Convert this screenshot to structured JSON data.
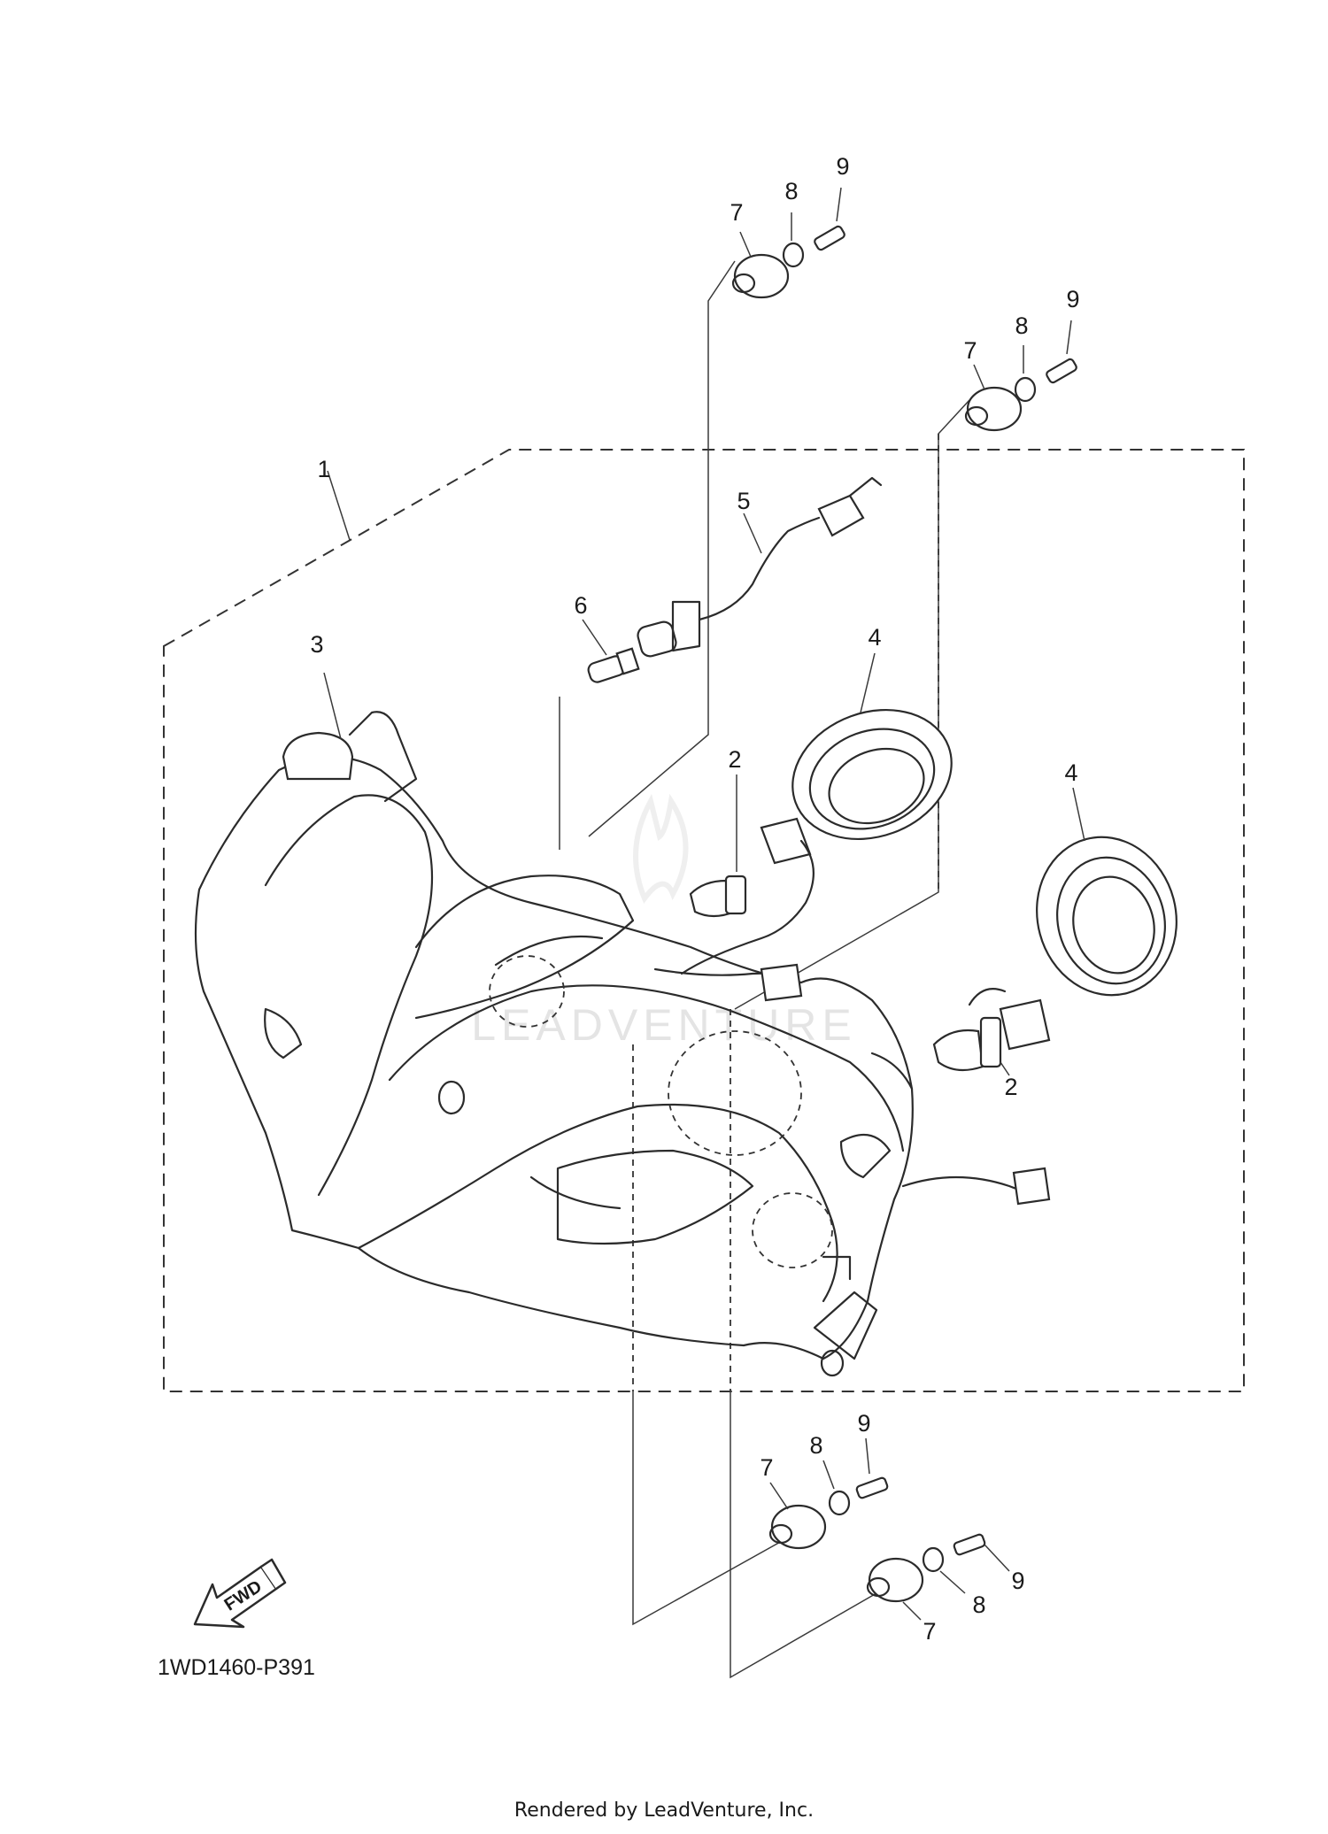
{
  "diagram": {
    "callouts": [
      {
        "id": "c1",
        "text": "1"
      },
      {
        "id": "c2a",
        "text": "2"
      },
      {
        "id": "c2b",
        "text": "2"
      },
      {
        "id": "c3",
        "text": "3"
      },
      {
        "id": "c4a",
        "text": "4"
      },
      {
        "id": "c4b",
        "text": "4"
      },
      {
        "id": "c5",
        "text": "5"
      },
      {
        "id": "c6",
        "text": "6"
      },
      {
        "id": "c7a",
        "text": "7"
      },
      {
        "id": "c8a",
        "text": "8"
      },
      {
        "id": "c9a",
        "text": "9"
      },
      {
        "id": "c7b",
        "text": "7"
      },
      {
        "id": "c8b",
        "text": "8"
      },
      {
        "id": "c9b",
        "text": "9"
      },
      {
        "id": "c7c",
        "text": "7"
      },
      {
        "id": "c8c",
        "text": "8"
      },
      {
        "id": "c9c",
        "text": "9"
      },
      {
        "id": "c7d",
        "text": "7"
      },
      {
        "id": "c8d",
        "text": "8"
      },
      {
        "id": "c9d",
        "text": "9"
      }
    ],
    "fwd_label": "FWD",
    "diagram_code": "1WD1460-P391",
    "credit": "Rendered by LeadVenture, Inc.",
    "watermark": "LEADVENTURE"
  }
}
